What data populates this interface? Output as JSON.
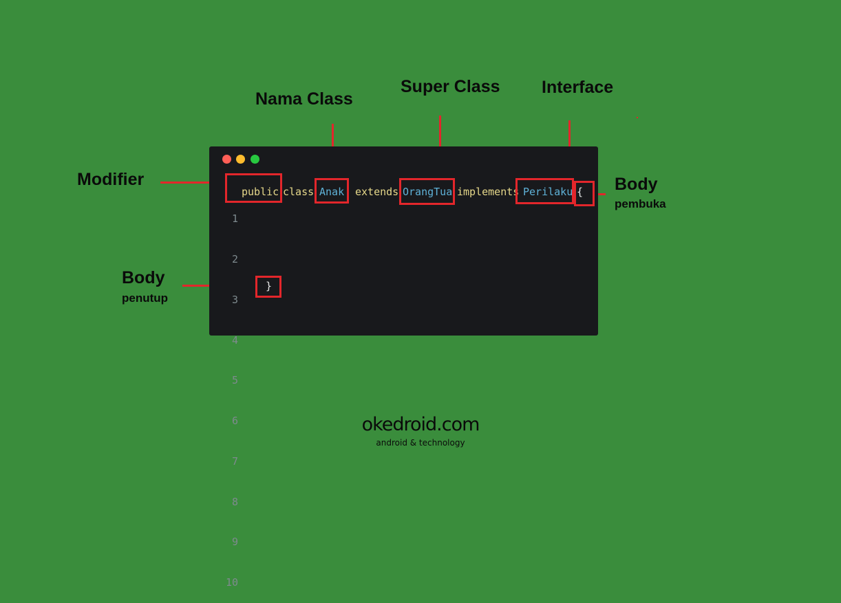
{
  "labels": {
    "modifier": "Modifier",
    "nama_class": "Nama Class",
    "super_class": "Super Class",
    "interface": "Interface",
    "body_pembuka_title": "Body",
    "body_pembuka_sub": "pembuka",
    "body_penutup_title": "Body",
    "body_penutup_sub": "penutup"
  },
  "code": {
    "line_numbers": [
      "1",
      "2",
      "3",
      "4",
      "5",
      "6",
      "7",
      "8",
      "9",
      "10"
    ],
    "tokens": {
      "public": "public",
      "class": "class",
      "class_name": "Anak",
      "extends": "extends",
      "super_class": "OrangTua",
      "implements": "implements",
      "interface": "Perilaku",
      "open_brace": "{",
      "close_brace": "}"
    }
  },
  "footer": {
    "brand": "okedroid.com",
    "tagline": "android & technology"
  },
  "colors": {
    "background": "#3a8d3c",
    "editor_bg": "#18191c",
    "highlight": "#e3262b",
    "keyword": "#e6d88a",
    "identifier": "#5fb2d8"
  }
}
